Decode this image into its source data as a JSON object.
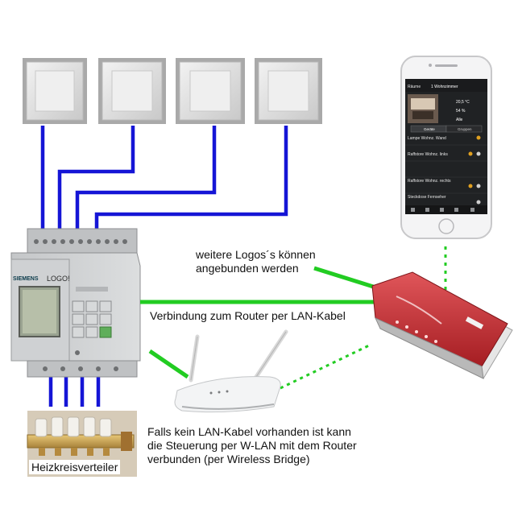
{
  "labels": {
    "more_logos_line1": "weitere Logos´s können",
    "more_logos_line2": "angebunden werden",
    "lan_connection": "Verbindung zum Router per LAN-Kabel",
    "wlan_line1": "Falls kein LAN-Kabel vorhanden ist kann",
    "wlan_line2": "die Steuerung per W-LAN mit dem Router",
    "wlan_line3": "verbunden (per Wireless Bridge)",
    "distributor": "Heizkreisverteiler"
  },
  "plc": {
    "brand": "SIEMENS",
    "model": "LOGO!"
  },
  "phone": {
    "back_label": "Räume",
    "room_title": "1 Wohnzimmer",
    "temperature": "20,5 °C",
    "humidity": "54 %",
    "status": "Alle",
    "tab_devices": "Geräte",
    "tab_groups": "Gruppen",
    "rows": [
      "Lampe Wohnz. Wand",
      "Raffstore Wohnz. links",
      "Raffstore Wohnz. rechts",
      "Steckdose Fernseher"
    ]
  },
  "colors": {
    "wire_blue": "#1515d6",
    "link_green": "#22cc22",
    "router_red": "#c8282e"
  }
}
